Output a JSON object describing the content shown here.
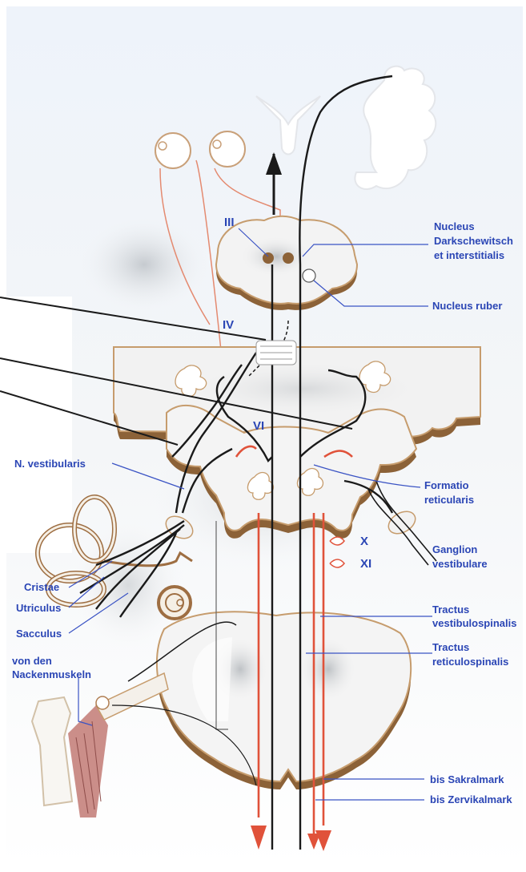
{
  "labels": {
    "nucleus_darkschewitsch_1": "Nucleus",
    "nucleus_darkschewitsch_2": "Darkschewitsch",
    "nucleus_darkschewitsch_3": "et interstitialis",
    "nucleus_ruber": "Nucleus ruber",
    "formatio_1": "Formatio",
    "formatio_2": "reticularis",
    "ganglion_1": "Ganglion",
    "ganglion_2": "vestibulare",
    "tractus_vestibulo_1": "Tractus",
    "tractus_vestibulo_2": "vestibulospinalis",
    "tractus_reticulo_1": "Tractus",
    "tractus_reticulo_2": "reticulospinalis",
    "bis_sakralmark": "bis Sakralmark",
    "bis_zervikalmark": "bis Zervikalmark",
    "n_vestibularis": "N. vestibularis",
    "cristae": "Cristae",
    "utriculus": "Utriculus",
    "sacculus": "Sacculus",
    "von_den_1": "von den",
    "von_den_2": "Nackenmuskeln"
  },
  "nerves": {
    "III": "III",
    "IV": "IV",
    "VI": "VI",
    "X": "X",
    "XI": "XI"
  },
  "colors": {
    "label_blue": "#2b46b5",
    "tissue_brown": "#9a6a3a",
    "pathway_red": "#e0523a",
    "pathway_black": "#1a1a1a"
  }
}
